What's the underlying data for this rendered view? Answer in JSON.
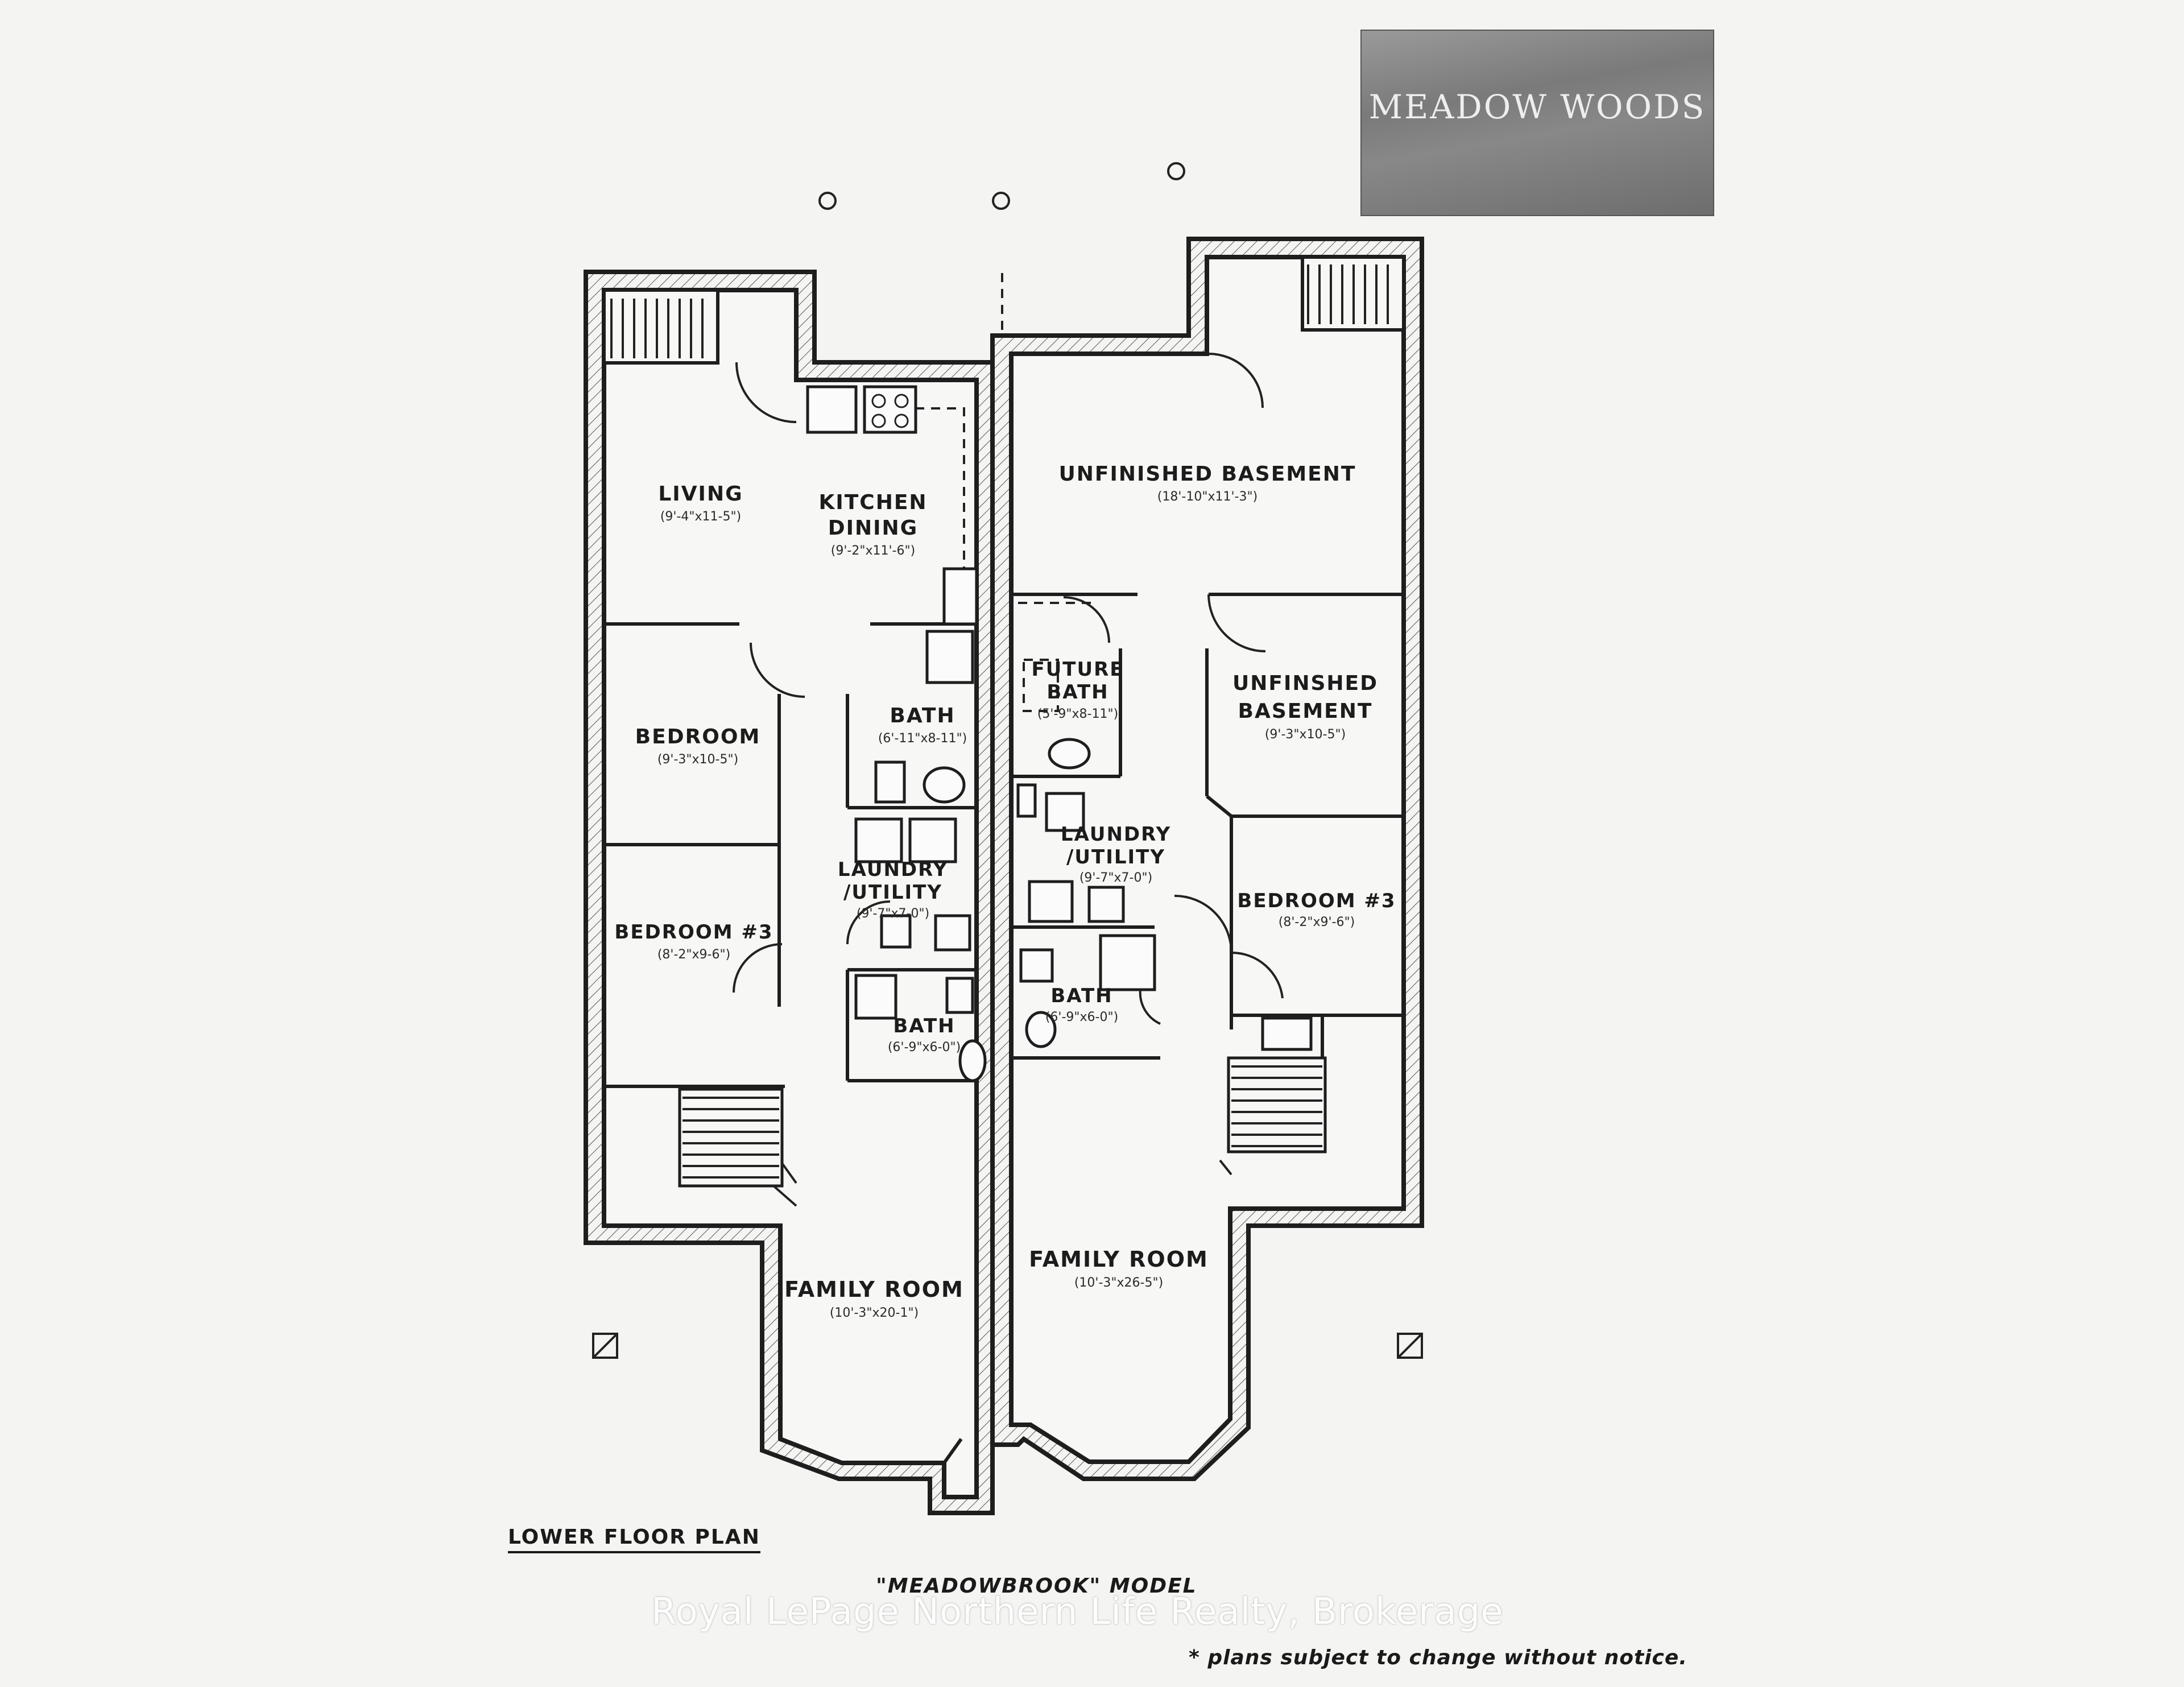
{
  "logo": {
    "text": "MEADOW WOODS"
  },
  "rooms": {
    "living": {
      "name": "LIVING",
      "dims": "(9'-4\"x11-5\")"
    },
    "kitchen": {
      "name_line1": "KITCHEN",
      "name_line2": "DINING",
      "dims": "(9'-2\"x11'-6\")"
    },
    "bedroom_left": {
      "name": "BEDROOM",
      "dims": "(9'-3\"x10-5\")"
    },
    "bath_left_upper": {
      "name": "BATH",
      "dims": "(6'-11\"x8-11\")"
    },
    "laundry_left": {
      "name_line1": "LAUNDRY",
      "name_line2": "/UTILITY",
      "dims": "(9'-7\"x7-0\")"
    },
    "bedroom3_left": {
      "name": "BEDROOM #3",
      "dims": "(8'-2\"x9-6\")"
    },
    "bath_left_lower": {
      "name": "BATH",
      "dims": "(6'-9\"x6-0\")"
    },
    "family_left": {
      "name": "FAMILY ROOM",
      "dims": "(10'-3\"x20-1\")"
    },
    "unfinished_top": {
      "name": "UNFINISHED BASEMENT",
      "dims": "(18'-10\"x11'-3\")"
    },
    "future_bath": {
      "name_line1": "FUTURE",
      "name_line2": "BATH",
      "dims": "(5'-9\"x8-11\")"
    },
    "unfinished_right": {
      "name_line1": "UNFINSHED",
      "name_line2": "BASEMENT",
      "dims": "(9'-3\"x10-5\")"
    },
    "laundry_right": {
      "name_line1": "LAUNDRY",
      "name_line2": "/UTILITY",
      "dims": "(9'-7\"x7-0\")"
    },
    "bedroom3_right": {
      "name": "BEDROOM #3",
      "dims": "(8'-2\"x9'-6\")"
    },
    "bath_right": {
      "name": "BATH",
      "dims": "(6'-9\"x6-0\")"
    },
    "family_right": {
      "name": "FAMILY ROOM",
      "dims": "(10'-3\"x26-5\")"
    }
  },
  "captions": {
    "plan_title": "LOWER FLOOR PLAN",
    "model_title": "\"MEADOWBROOK\" MODEL",
    "watermark": "Royal LePage Northern Life Realty, Brokerage",
    "disclaimer": "* plans subject to change without notice."
  }
}
